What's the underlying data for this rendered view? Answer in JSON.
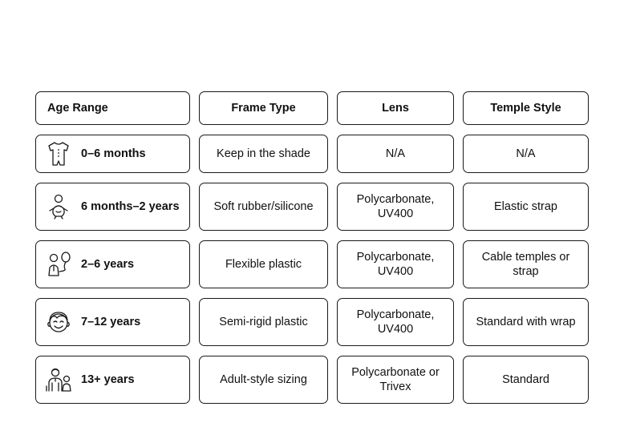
{
  "table": {
    "headers": [
      "Age Range",
      "Frame Type",
      "Lens",
      "Temple Style"
    ],
    "rows": [
      {
        "icon": "baby-onesie-icon",
        "age": "0–6 months",
        "frame": "Keep in the shade",
        "lens": "N/A",
        "temple": "N/A"
      },
      {
        "icon": "crawling-baby-icon",
        "age": "6 months–2 years",
        "frame": "Soft rubber/silicone",
        "lens": "Polycarbonate, UV400",
        "temple": "Elastic strap"
      },
      {
        "icon": "child-with-balloon-icon",
        "age": "2–6 years",
        "frame": "Flexible plastic",
        "lens": "Polycarbonate, UV400",
        "temple": "Cable temples or strap"
      },
      {
        "icon": "smiling-kid-face-icon",
        "age": "7–12 years",
        "frame": "Semi-rigid plastic",
        "lens": "Polycarbonate, UV400",
        "temple": "Standard with wrap"
      },
      {
        "icon": "teen-and-child-icon",
        "age": "13+ years",
        "frame": "Adult-style sizing",
        "lens": "Polycarbonate or Trivex",
        "temple": "Standard"
      }
    ]
  }
}
